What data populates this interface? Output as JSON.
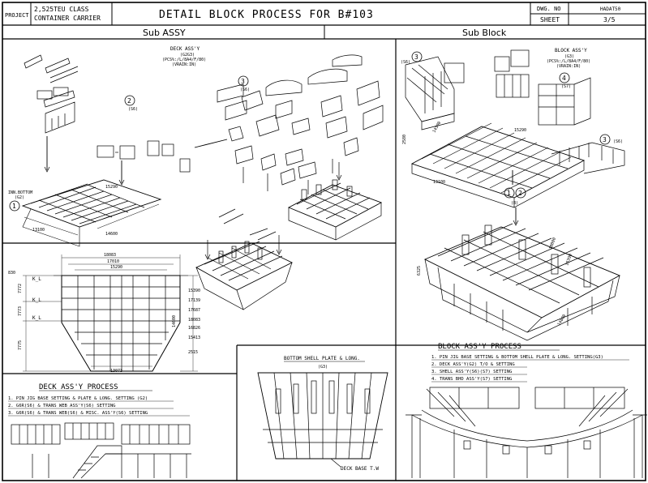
{
  "title_block": {
    "project_label": "PROJECT",
    "project_line1": "2,525TEU CLASS",
    "project_line2": "CONTAINER CARRIER",
    "title": "DETAIL BLOCK PROCESS FOR   B#103",
    "dwg_no_label": "DWG. NO",
    "dwg_no_value": "HADAT50",
    "sheet_label": "SHEET",
    "sheet_value": "3/5"
  },
  "sections": {
    "left_header": "Sub ASSY",
    "right_header": "Sub Block"
  },
  "sub_assy": {
    "deck_title": "DECK ASS'Y",
    "deck_sub1": "(G2G3)",
    "deck_sub2": "(PCS%:/L/8A4/F/80)",
    "deck_sub3": "(VRAIN:IN)",
    "callout_1": "1",
    "callout_2": "2",
    "callout_2_tag": "(S6)",
    "callout_3": "3",
    "callout_3_tag": "(S6)",
    "inn_bottom": "INN.BOTTOM",
    "inn_bottom_tag": "(G2)",
    "dim_15290": "15290",
    "dim_13100": "13100",
    "dim_14600": "14600"
  },
  "section_view": {
    "dim_18083": "18083",
    "dim_17010": "17010",
    "dim_15290": "15290",
    "label_830": "830",
    "kl_1": "K_L",
    "kl_2": "K_L",
    "kl_3": "K_L",
    "dim_7772": "7772",
    "dim_7773": "7773",
    "dim_7775": "7775",
    "dim_13073": "13073",
    "right_dims": [
      "15390",
      "17139",
      "17687",
      "18083",
      "16826",
      "15413",
      "2515"
    ],
    "dim_14600": "14600"
  },
  "deck_process": {
    "title": "DECK ASS'Y PROCESS",
    "steps": [
      "1. PIN JIG BASE SETTING & PLATE & LONG. SETTING (G2)",
      "2. G6R(S6) & TRANS WEB ASS'Y(S6)  SETTING",
      "3. G6R(S6) & TRANS WEB(S6) & MISC. ASS'Y(S6)  SETTING"
    ]
  },
  "bottom_shell": {
    "title": "BOTTOM SHELL PLATE & LONG.",
    "tag": "(G3)",
    "deck_base": "DECK BASE T.W"
  },
  "sub_block": {
    "callout_3": "3",
    "callout_3_tag": "(S6)",
    "block_title": "BLOCK ASS'Y",
    "block_sub1": "(G3)",
    "block_sub2": "(PCS%:/L/8A4/F/80)",
    "block_sub3": "(VRAIN:IN)",
    "callout_4": "4",
    "callout_4_tag": "(S7)",
    "callout_3b": "3",
    "callout_3b_tag": "(S6)",
    "callout_1": "1",
    "callout_2": "2",
    "callout_12_tag": "(B)",
    "dim_14500": "14500",
    "dim_15290": "15290",
    "dim_13100": "13100",
    "dim_2580": "2580",
    "dim_18000": "18000",
    "dim_15390": "15390",
    "dim_6325": "6325",
    "dim_14800": "14800"
  },
  "block_process": {
    "title": "BLOCK ASS'Y PROCESS",
    "steps": [
      "1. PIN JIG BASE SETTING & BOTTOM SHELL PLATE & LONG. SETTING(G3)",
      "2. DECK ASS'Y(G2) T/O & SETTING",
      "3. SHELL ASS'Y(S6)(S7) SETTING",
      "4. TRANS BHD ASS'Y(S7) SETTING"
    ]
  }
}
